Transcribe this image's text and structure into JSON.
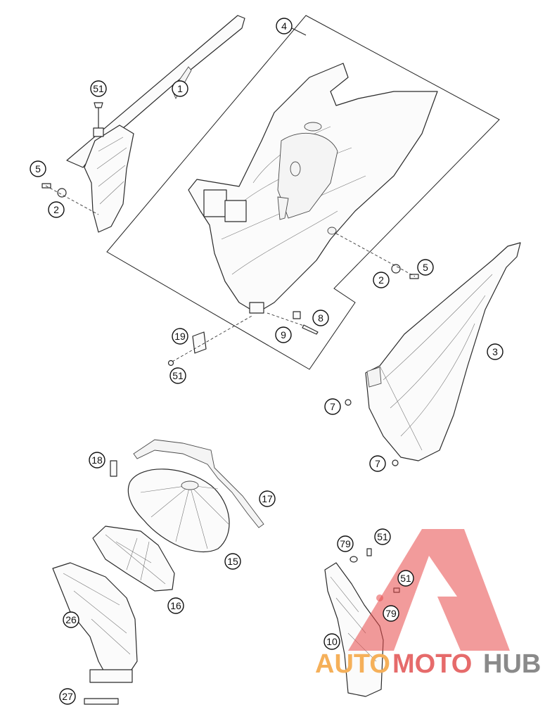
{
  "callouts": {
    "c1": "1",
    "c2a": "2",
    "c2b": "2",
    "c3": "3",
    "c4": "4",
    "c5a": "5",
    "c5b": "5",
    "c7a": "7",
    "c7b": "7",
    "c8": "8",
    "c9": "9",
    "c10": "10",
    "c15": "15",
    "c16": "16",
    "c17": "17",
    "c18": "18",
    "c19": "19",
    "c26": "26",
    "c27": "27",
    "c51a": "51",
    "c51b": "51",
    "c51c": "51",
    "c51d": "51",
    "c79a": "79",
    "c79b": "79"
  },
  "watermark": {
    "part1": "AUTO",
    "part2": "MOTO",
    "part3": "HUB",
    "color_auto": "#f5b05a",
    "color_moto": "#e66b6b",
    "color_hub": "#8a8a8a"
  }
}
